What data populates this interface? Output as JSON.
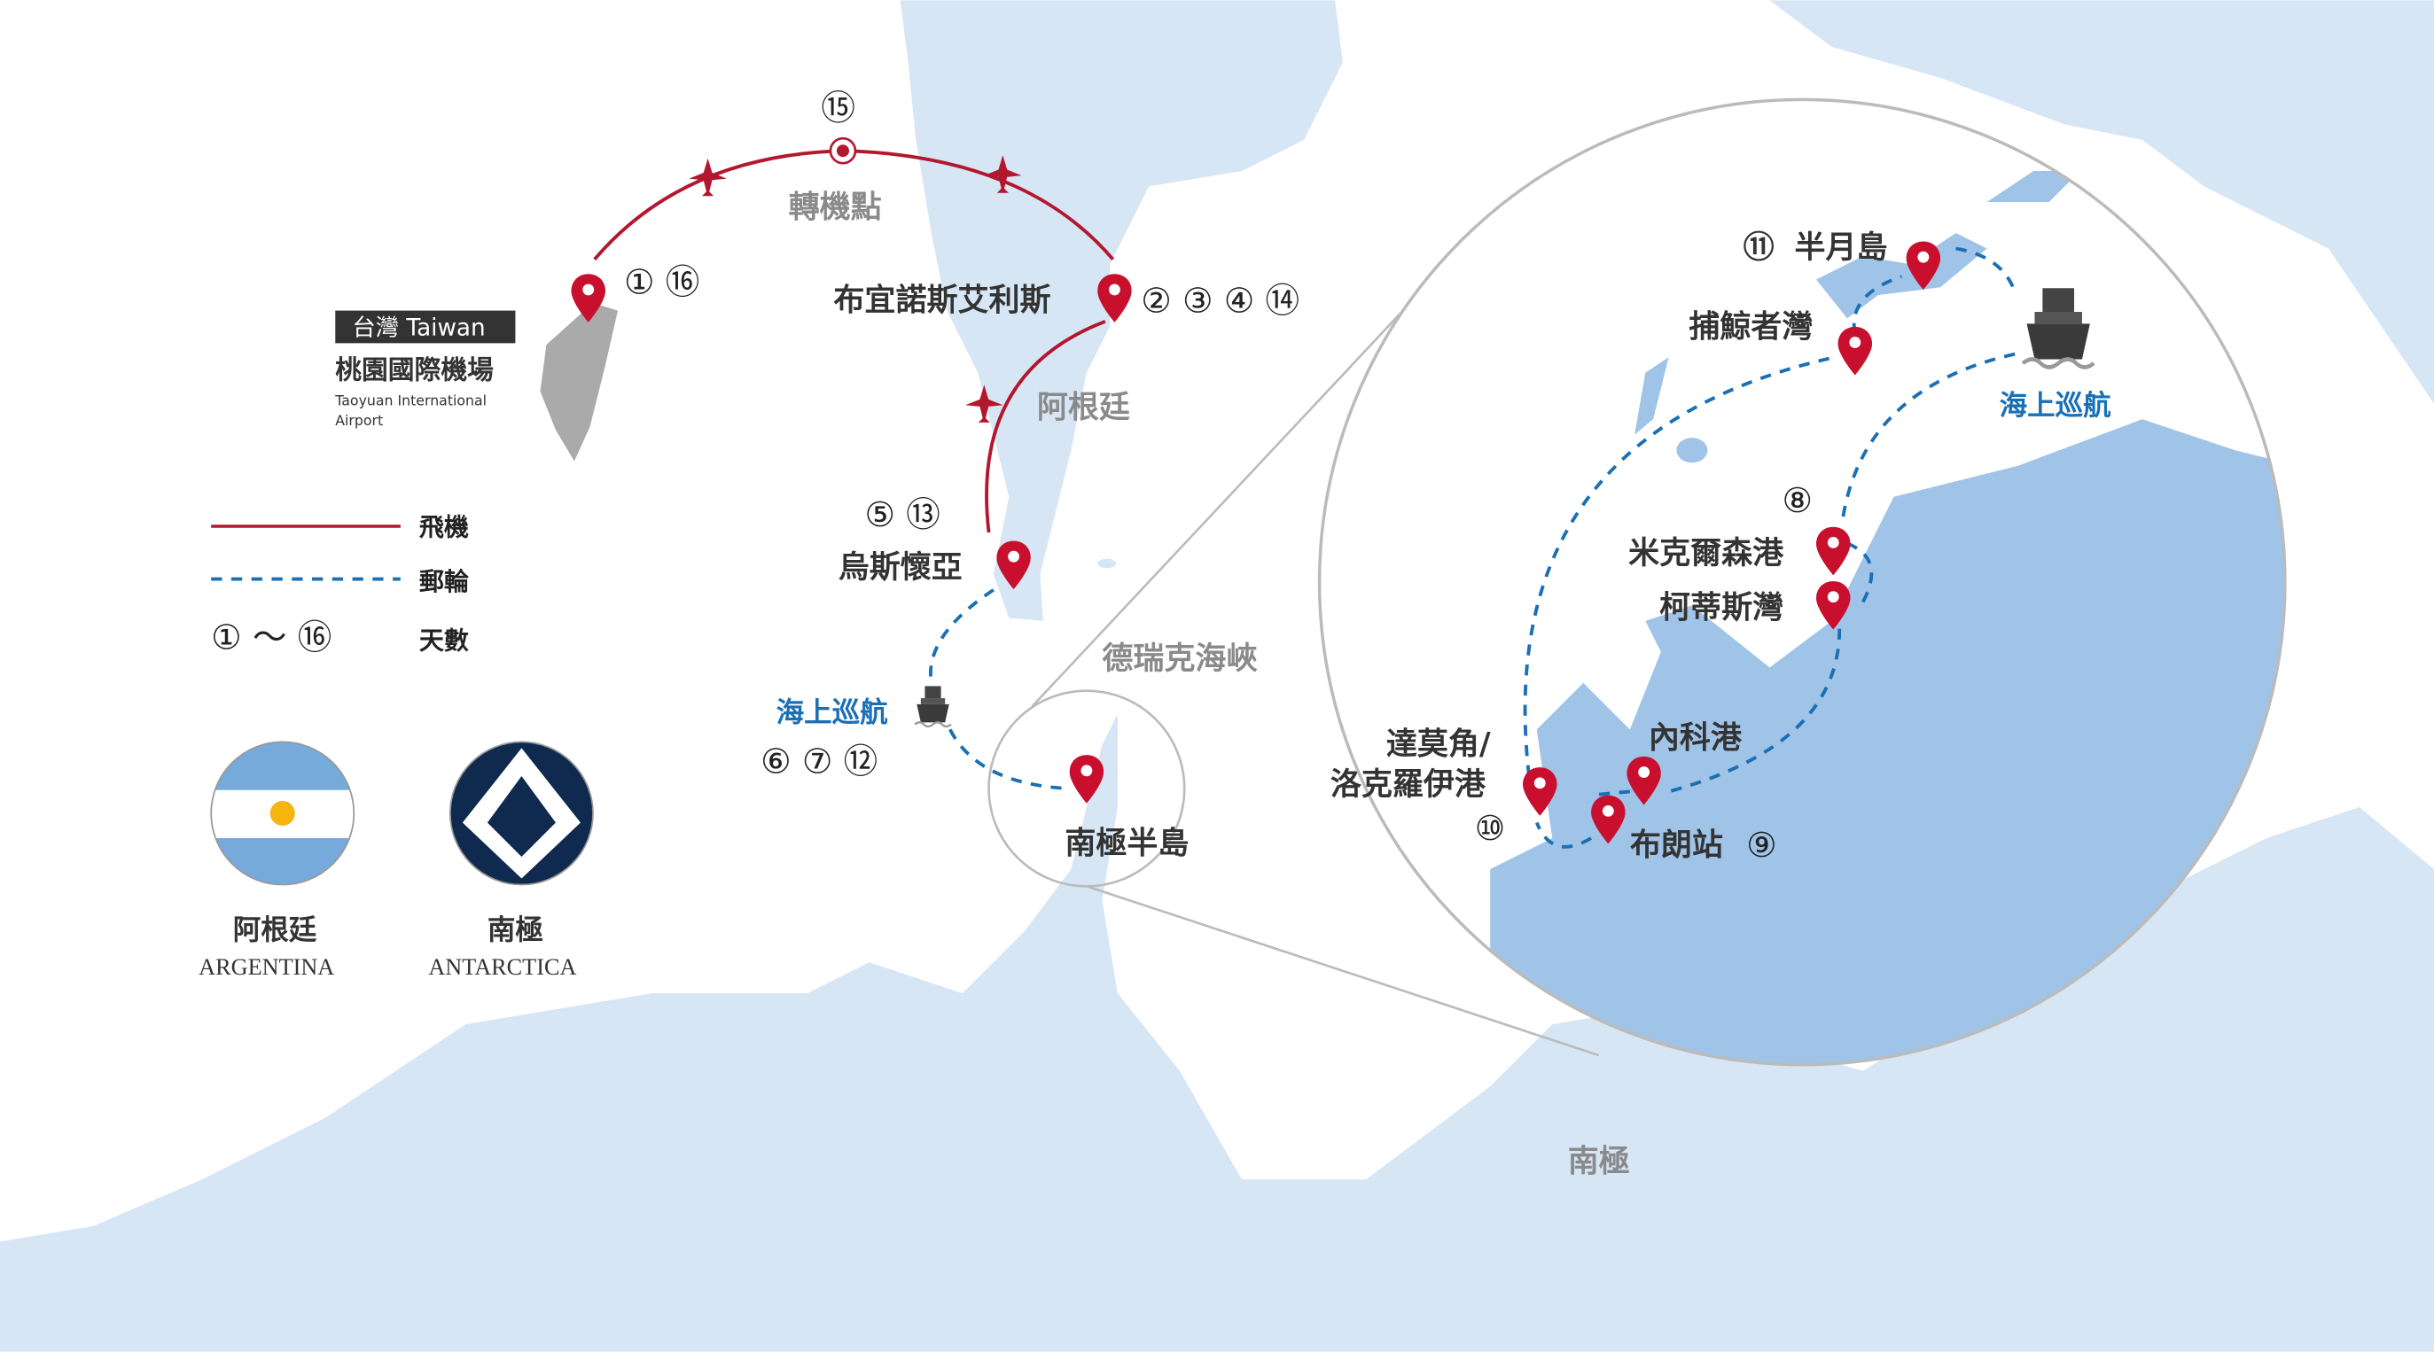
{
  "title_labels": {
    "transfer": "轉機點",
    "transfer_day": "⑮",
    "argentina_region": "阿根廷",
    "drake_passage": "德瑞克海峽",
    "antarctica_region": "南極"
  },
  "taiwan": {
    "badge": "台灣 Taiwan",
    "airport_zh": "桃園國際機場",
    "airport_en_1": "Taoyuan International",
    "airport_en_2": "Airport",
    "days": "① ⑯"
  },
  "stops": [
    {
      "name": "布宜諾斯艾利斯",
      "days": "② ③ ④ ⑭"
    },
    {
      "name": "烏斯懷亞",
      "days": "⑤ ⑬"
    },
    {
      "name": "南極半島",
      "days": ""
    },
    {
      "name": "海上巡航",
      "days": "⑥ ⑦ ⑫"
    }
  ],
  "inset": {
    "half_moon": {
      "name": "半月島",
      "days": "⑪"
    },
    "whalers_bay": {
      "name": "捕鯨者灣",
      "days": ""
    },
    "sea_cruise": {
      "name": "海上巡航",
      "days": ""
    },
    "mikkelsen": {
      "name": "米克爾森港",
      "days": "⑧"
    },
    "cierva": {
      "name": "柯蒂斯灣",
      "days": ""
    },
    "neko": {
      "name": "內科港",
      "days": ""
    },
    "damoy_1": {
      "name": "達莫角/",
      "days": ""
    },
    "damoy_2": {
      "name": "洛克羅伊港",
      "days": "⑩"
    },
    "brown": {
      "name": "布朗站",
      "days": "⑨"
    }
  },
  "legend": {
    "flight": "飛機",
    "cruise": "郵輪",
    "days_range": "① ～ ⑯",
    "days": "天數"
  },
  "flags": [
    {
      "zh": "阿根廷",
      "en": "ARGENTINA"
    },
    {
      "zh": "南極",
      "en": "ANTARCTICA"
    }
  ],
  "colors": {
    "land": "#d6e6f5",
    "inset_land": "#9fc4e8",
    "route_air": "#b3172e",
    "route_sea": "#1a6fb5",
    "pin": "#c8102e"
  }
}
